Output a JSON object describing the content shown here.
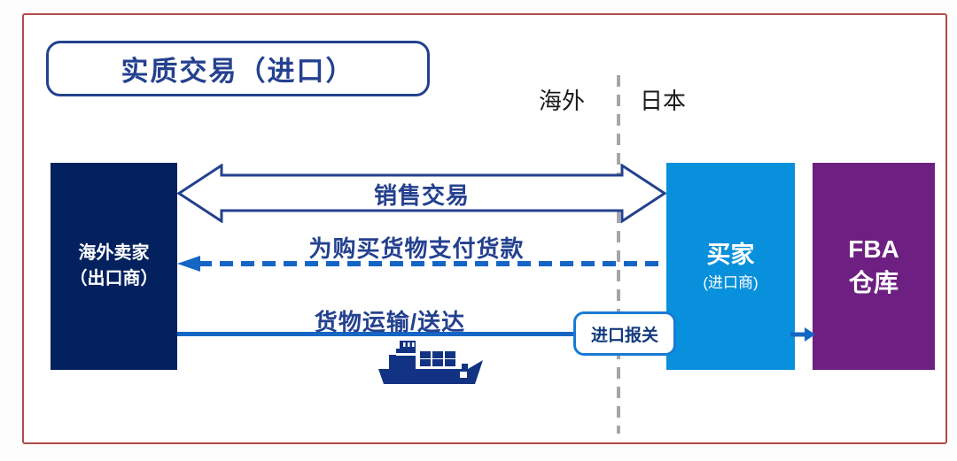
{
  "title": "实质交易（进口）",
  "regions": {
    "left": "海外",
    "right": "日本"
  },
  "entities": {
    "seller": {
      "line1": "海外卖家",
      "line2": "（出口商）"
    },
    "buyer": {
      "line1": "买家",
      "line2": "(进口商)"
    },
    "warehouse": {
      "line1": "FBA",
      "line2": "仓库"
    }
  },
  "flows": {
    "sales": "销售交易",
    "payment": "为购买货物支付货款",
    "shipping": "货物运输/送达",
    "customs": "进口报关"
  },
  "colors": {
    "frame_border": "#b04b4b",
    "navy": "#24418f",
    "dark_box": "#03215f",
    "blue_box": "#0990dc",
    "purple_box": "#6d2081",
    "flow_blue": "#1566c4",
    "customs_border": "#1a7ad4",
    "divider_gray": "#a6a6a6",
    "region_text": "#1a1a1a",
    "ship_navy": "#123383",
    "white": "#ffffff"
  }
}
